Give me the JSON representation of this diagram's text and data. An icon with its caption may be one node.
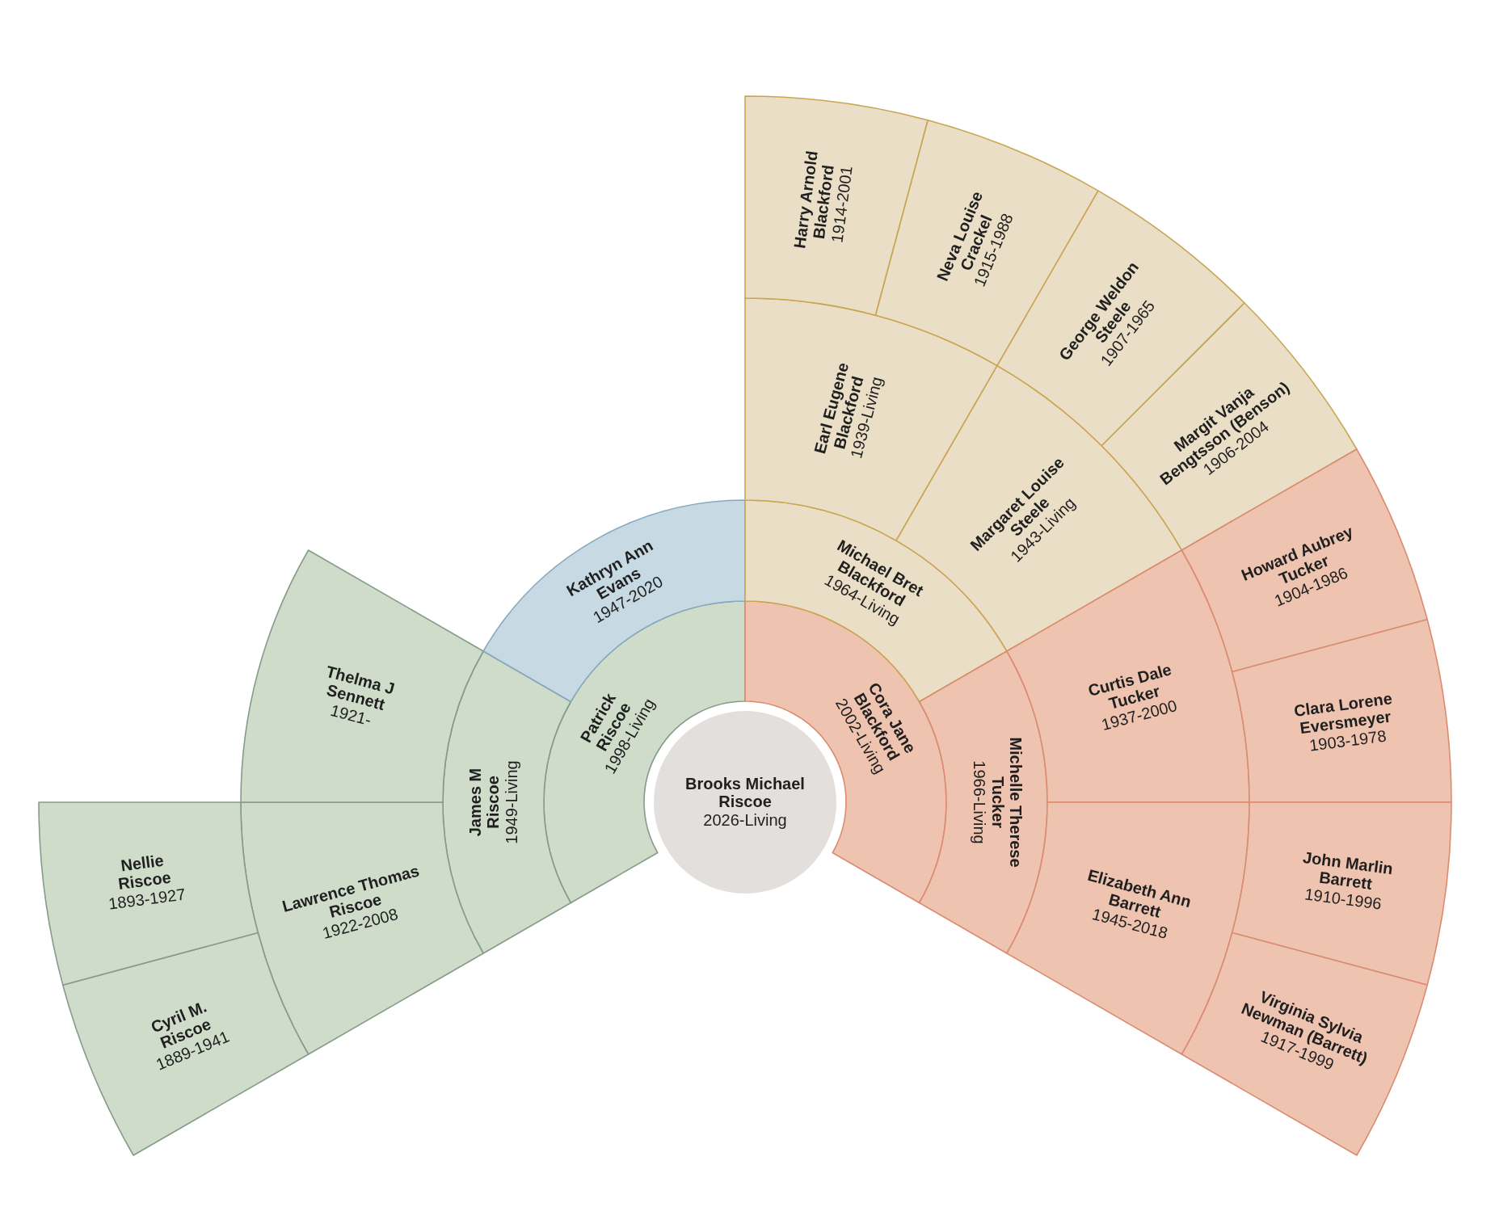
{
  "diagram": {
    "nodes": [
      {
        "text": [
          "Brooks Michael Riscoe",
          "2026-Living"
        ]
      },
      {
        "text": [
          "Patrick Riscoe",
          "1998-Living"
        ]
      },
      {
        "text": [
          "Cora Jane Blackford",
          "2002-Living"
        ]
      },
      {
        "text": [
          "James M Riscoe",
          "1949-Living"
        ]
      },
      {
        "text": [
          "Kathryn Ann Evans",
          "1947-2020"
        ]
      },
      {
        "text": [
          "Michael Bret Blackford",
          "1964-Living"
        ]
      },
      {
        "text": [
          "Michelle Therese Tucker",
          "1966-Living"
        ]
      },
      {
        "text": [
          "Lawrence Thomas Riscoe",
          "1922-2008"
        ]
      },
      {
        "text": [
          "Thelma J Sennett",
          "1921-"
        ]
      },
      {
        "text": [
          "Earl Eugene Blackford",
          "1939-Living"
        ]
      },
      {
        "text": [
          "Margaret Louise Steele",
          "1943-Living"
        ]
      },
      {
        "text": [
          "Curtis Dale Tucker",
          "1937-2000"
        ]
      },
      {
        "text": [
          "Elizabeth Ann Barrett",
          "1945-2018"
        ]
      },
      {
        "text": [
          "Cyril M. Riscoe",
          "1889-1941"
        ]
      },
      {
        "text": [
          "Nellie Riscoe",
          "1893-1927"
        ]
      },
      {
        "text": [
          "Harry Arnold Blackford",
          "1914-2001"
        ]
      },
      {
        "text": [
          "Neva Louise Crackel",
          "1915-1988"
        ]
      },
      {
        "text": [
          "George Weldon Steele",
          "1907-1965"
        ]
      },
      {
        "text": [
          "Margit Vanja Bengtsson (Benson)",
          "1906-2004"
        ]
      },
      {
        "text": [
          "Howard Aubrey Tucker",
          "1904-1986"
        ]
      },
      {
        "text": [
          "Clara Lorene Eversmeyer",
          "1903-1978"
        ]
      },
      {
        "text": [
          "John Marlin Barrett",
          "1910-1996"
        ]
      },
      {
        "text": [
          "Virginia Sylvia Newman (Barrett)",
          "1917-1999"
        ]
      }
    ]
  }
}
